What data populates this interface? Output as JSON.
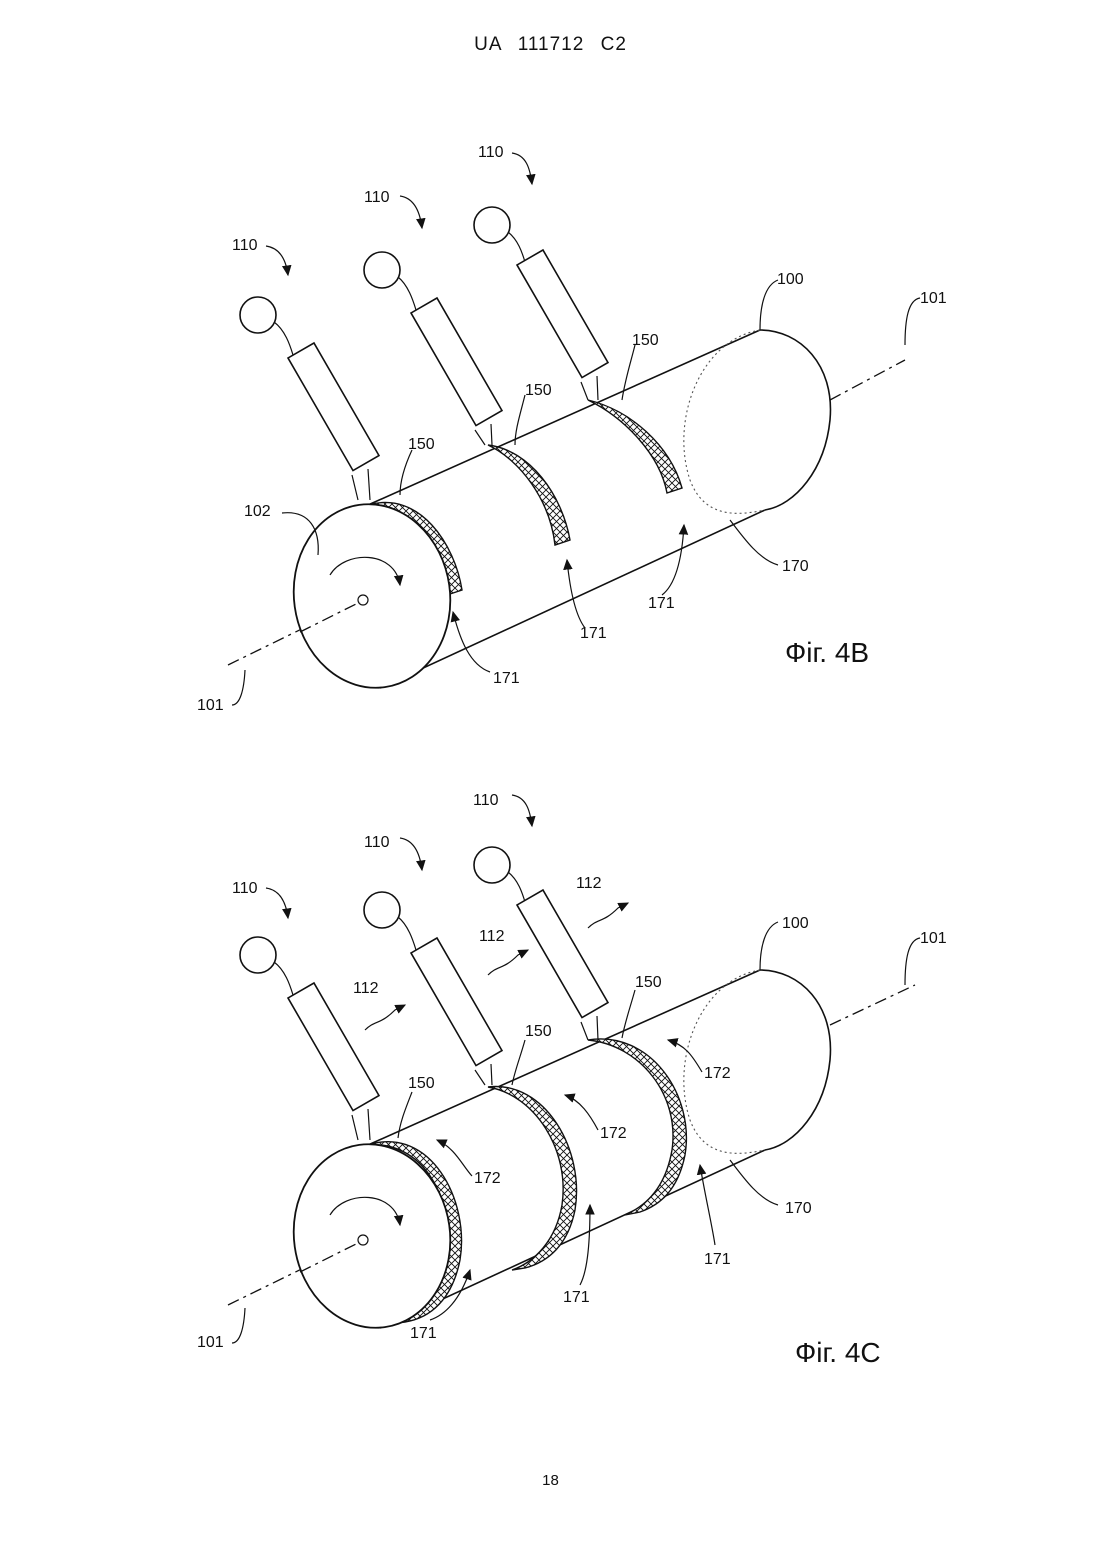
{
  "header": {
    "text": "UA   111712   C2"
  },
  "page_number": "18",
  "figures": [
    {
      "caption": "Фіг. 4B",
      "labels": {
        "l110a": "110",
        "l110b": "110",
        "l110c": "110",
        "l100": "100",
        "l101a": "101",
        "l101b": "101",
        "l102": "102",
        "l150a": "150",
        "l150b": "150",
        "l150c": "150",
        "l170": "170",
        "l171a": "171",
        "l171b": "171",
        "l171c": "171"
      }
    },
    {
      "caption": "Фіг. 4C",
      "labels": {
        "l110a": "110",
        "l110b": "110",
        "l110c": "110",
        "l100": "100",
        "l101a": "101",
        "l101b": "101",
        "l112a": "112",
        "l112b": "112",
        "l112c": "112",
        "l150a": "150",
        "l150b": "150",
        "l150c": "150",
        "l172a": "172",
        "l172b": "172",
        "l172c": "172",
        "l170": "170",
        "l171a": "171",
        "l171b": "171",
        "l171c": "171"
      }
    }
  ]
}
